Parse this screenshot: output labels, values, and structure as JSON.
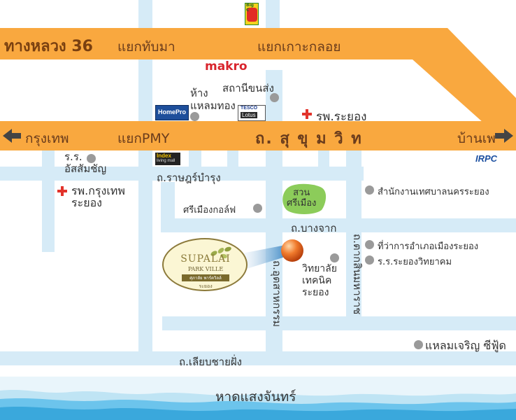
{
  "highway": {
    "left_label": "ทางหลวง 36",
    "junction1": "แยกทับมา",
    "junction2": "แยกเกาะกลอย"
  },
  "main_road": {
    "left_label": "กรุงเทพ",
    "junction": "แยกPMY",
    "name": "ถ. สุ ขุ ม วิ ท",
    "right_label": "บ้านเพ"
  },
  "brands": {
    "bigc": "Big C",
    "makro": "makro",
    "homepro": "HomePro",
    "tesco_top": "TESCO",
    "tesco_bottom": "Lotus",
    "index_top": "Index",
    "index_bottom": "living mall",
    "irpc": "IRPC"
  },
  "places": {
    "department_store": "ห้าง\nแหลมทอง",
    "station": "สถานีขนส่ง",
    "hospital_rayong": "รพ.ระยอง",
    "school_assumption": "ร.ร.\nอัสสัมชัญ",
    "road_ratchbamrung": "ถ.ราษฎร์บำรุง",
    "hospital_bangkok": "รพ.กรุงเทพ\nระยอง",
    "golf": "ศรีเมืองกอล์ฟ",
    "park": "สวน\nศรีเมือง",
    "municipality": "สำนักงานเทศบาลนครระยอง",
    "road_bangjak": "ถ.บางจาก",
    "district_office": "ที่ว่าการอำเภอเมืองระยอง",
    "school_wittayakom": "ร.ร.ระยองวิทยาคม",
    "tech_college": "วิทยาลัย\nเทคนิค\nระยอง",
    "road_utsahakam": "ถ.อุตสาหกรรม",
    "road_tassanaprasat": "ถ.ตากสินมหาราช",
    "seafood": "แหลมเจริญ ซีฟู้ด",
    "road_beach": "ถ.เลียบชายฝั่ง",
    "beach": "หาดแสงจันทร์"
  },
  "project": {
    "name": "SUPALAI",
    "sub": "PARK VILLE",
    "thai": "ศุภาลัย พาร์ควิลล์",
    "location": "ระยอง"
  },
  "colors": {
    "highway": "#f9a83f",
    "roads": "#d6ebf7",
    "hospital_cross": "#e2332b",
    "park": "#8ccc5a",
    "marker": "#e8601a",
    "sea": "#4fb8e6"
  }
}
